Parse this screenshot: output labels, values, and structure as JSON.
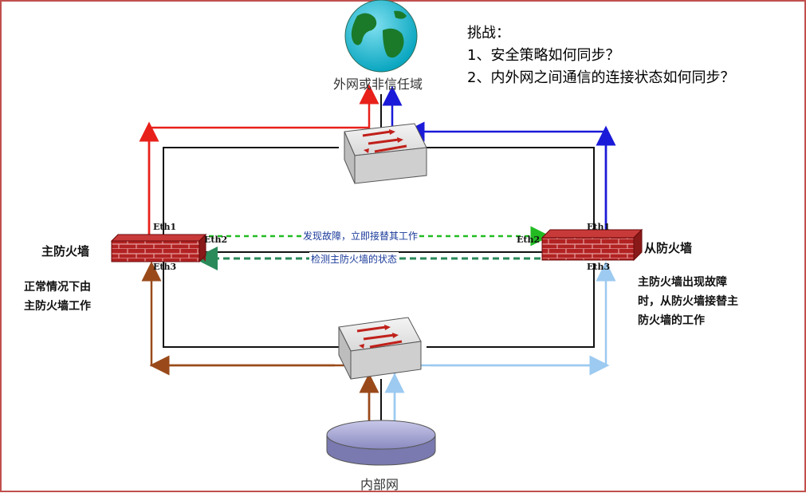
{
  "zones": {
    "external": "外网或非信任域",
    "internal": "内部网"
  },
  "firewalls": {
    "master": {
      "name": "主防火墙",
      "ports": [
        "Eth1",
        "Eth2",
        "Eth3"
      ]
    },
    "backup": {
      "name": "从防火墙",
      "ports": [
        "Eth1",
        "Eth2",
        "Eth3"
      ]
    }
  },
  "links": {
    "failover": "发现故障，立即接替其工作",
    "heartbeat": "检测主防火墙的状态"
  },
  "notes": {
    "normal": [
      "正常情况下由",
      "主防火墙工作"
    ],
    "failover": [
      "主防火墙出现故障",
      "时，从防火墙接替主",
      "防火墙的工作"
    ]
  },
  "challenge": {
    "title": "挑战：",
    "items": [
      "1、安全策略如何同步？",
      "2、内外网之间通信的连接状态如何同步？"
    ]
  },
  "colors": {
    "border": "#c0504d",
    "active_path_out": "#e8201a",
    "active_path_in": "#9a4a1a",
    "standby_path_out": "#1a1ad8",
    "standby_path_in": "#9ccaf0",
    "failover_link": "#22bb22",
    "heartbeat_link": "#2a8a5a",
    "firewall_brick": "#b22222"
  },
  "icons": [
    "globe-icon",
    "switch-icon",
    "firewall-icon",
    "network-disk-icon"
  ]
}
